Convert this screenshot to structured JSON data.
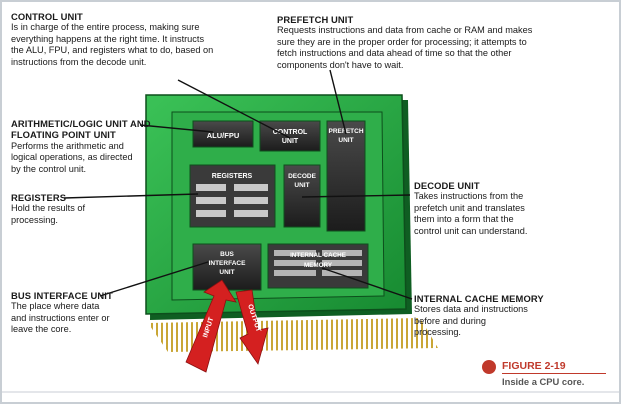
{
  "labels": {
    "control": {
      "title": "CONTROL UNIT",
      "body": [
        "Is in charge of the entire process, making sure",
        "everything happens at the right time. It instructs",
        "the ALU, FPU, and registers what to do, based on",
        "instructions from the decode unit."
      ]
    },
    "prefetch": {
      "title": "PREFETCH UNIT",
      "body": [
        "Requests instructions and data from cache or RAM and makes",
        "sure they are in the proper order for processing; it attempts to",
        "fetch instructions and data ahead of time so that the other",
        "components don't have to wait."
      ]
    },
    "alu": {
      "title": "ARITHMETIC/LOGIC UNIT AND",
      "title2": "FLOATING POINT UNIT",
      "body": [
        "Performs the arithmetic and",
        "logical operations, as directed",
        "by the control unit."
      ]
    },
    "registers": {
      "title": "REGISTERS",
      "body": [
        "Hold the results of",
        "processing."
      ]
    },
    "decode": {
      "title": "DECODE UNIT",
      "body": [
        "Takes instructions from the",
        "prefetch unit and translates",
        "them into a form that the",
        "control unit can understand."
      ]
    },
    "bus": {
      "title": "BUS INTERFACE UNIT",
      "body": [
        "The place where data",
        "and instructions enter or",
        "leave the core."
      ]
    },
    "cache": {
      "title": "INTERNAL CACHE MEMORY",
      "body": [
        "Stores data and instructions",
        "before and during",
        "processing."
      ]
    }
  },
  "chip": {
    "alu_fpu": "ALU/FPU",
    "control_l1": "CONTROL",
    "control_l2": "UNIT",
    "prefetch_l1": "PREFETCH",
    "prefetch_l2": "UNIT",
    "registers": "REGISTERS",
    "decode_l1": "DECODE",
    "decode_l2": "UNIT",
    "bus_l1": "BUS",
    "bus_l2": "INTERFACE",
    "bus_l3": "UNIT",
    "cache_l1": "INTERNAL CACHE",
    "cache_l2": "MEMORY",
    "input": "INPUT",
    "output": "OUTPUT"
  },
  "caption": {
    "figure": "FIGURE 2-19",
    "subtitle": "Inside a CPU core."
  },
  "colors": {
    "board": "#1f9a3a",
    "board_light": "#35b94f",
    "board_edge": "#0f5e22",
    "inner": "#27a843",
    "block": "#2a2a2a",
    "arrow": "#d42020",
    "accent": "#c0392b",
    "frame": "#c8ced4"
  }
}
